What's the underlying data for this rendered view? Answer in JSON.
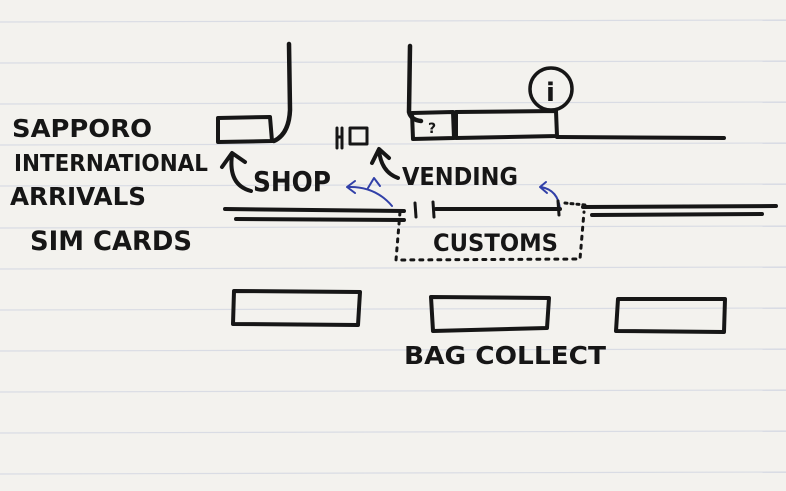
{
  "title": {
    "lines": [
      "SAPPORO",
      "INTERNATIONAL",
      "ARRIVALS",
      "SIM CARDS"
    ]
  },
  "labels": {
    "shop": "SHOP",
    "vending": "VENDING",
    "customs": "CUSTOMS",
    "bag_collect": "BAG COLLECT"
  },
  "info_sign": "i",
  "info_desk_mark": "?",
  "colors": {
    "paper": "#f3f2ee",
    "ink": "#161616",
    "blue_ink": "#3140a8",
    "rule_lines": "#d9dce4"
  }
}
